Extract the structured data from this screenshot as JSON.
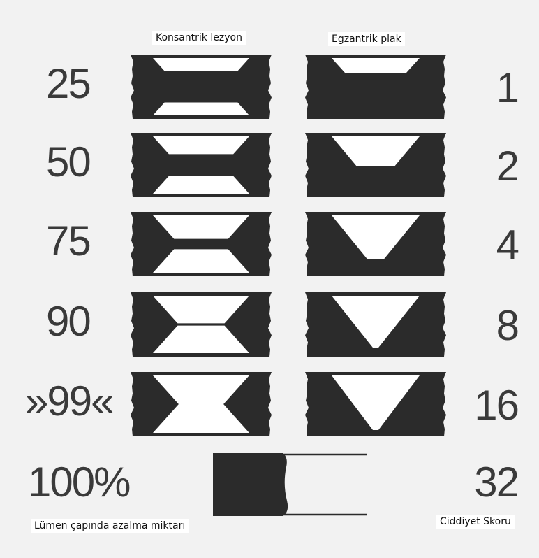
{
  "headers": {
    "concentric": "Konsantrik lezyon",
    "eccentric": "Egzantrik plak"
  },
  "rows": [
    {
      "reduction": "25",
      "score": "1",
      "conc_throat": 0.55,
      "ecc_depth": 0.28
    },
    {
      "reduction": "50",
      "score": "2",
      "conc_throat": 0.38,
      "ecc_depth": 0.55
    },
    {
      "reduction": "75",
      "score": "4",
      "conc_throat": 0.18,
      "ecc_depth": 0.8
    },
    {
      "reduction": "90",
      "score": "8",
      "conc_throat": 0.04,
      "ecc_depth": 0.95
    },
    {
      "reduction": "»99«",
      "score": "16",
      "conc_throat": 0.0,
      "ecc_depth": 1.0
    }
  ],
  "occlusion": {
    "reduction": "100%",
    "score": "32"
  },
  "footer": {
    "left": "Lümen çapında azalma miktarı",
    "right": "Ciddiyet Skoru"
  },
  "colors": {
    "ink": "#2b2b2b",
    "lumen": "#ffffff",
    "paper": "#f2f2f2",
    "text": "#3a3a3a"
  }
}
